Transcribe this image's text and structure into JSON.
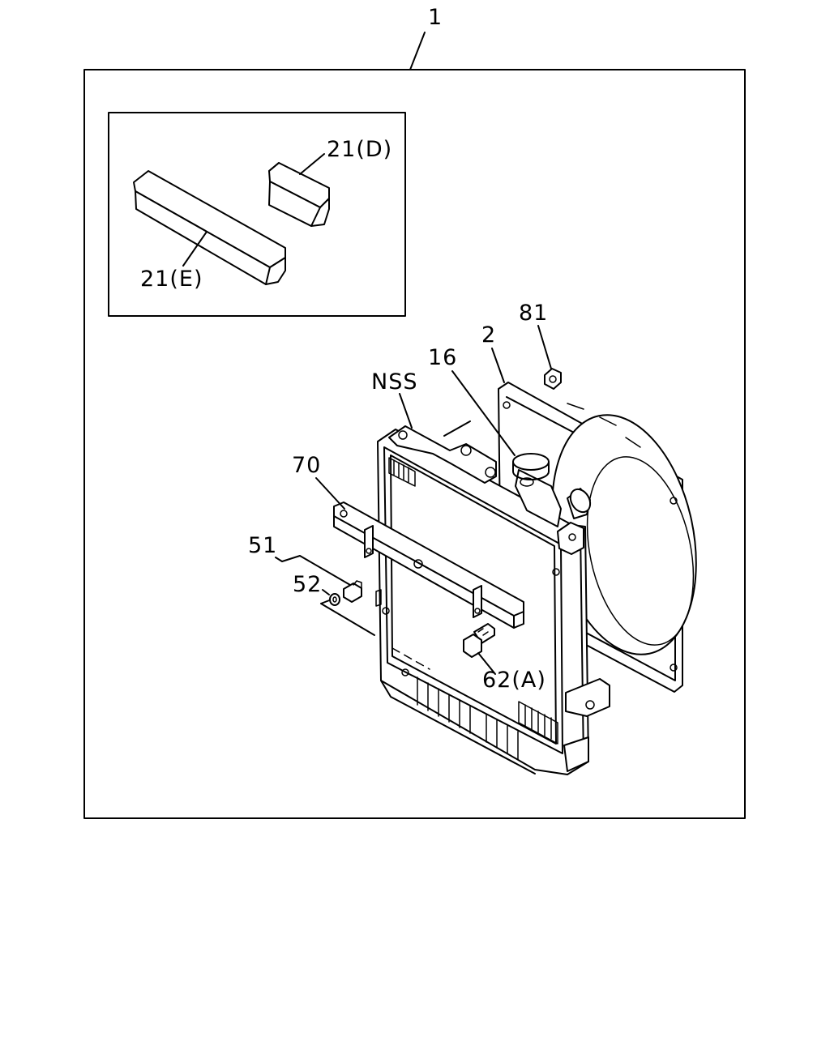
{
  "diagram": {
    "labels": {
      "assembly": "1",
      "seal_d": "21(D)",
      "seal_e": "21(E)",
      "cap_nut": "81",
      "shroud": "2",
      "radiator_cap": "16",
      "nss": "NSS",
      "bracket": "70",
      "bolt_group": "51",
      "washer": "52",
      "bolt_a": "62(A)"
    }
  }
}
